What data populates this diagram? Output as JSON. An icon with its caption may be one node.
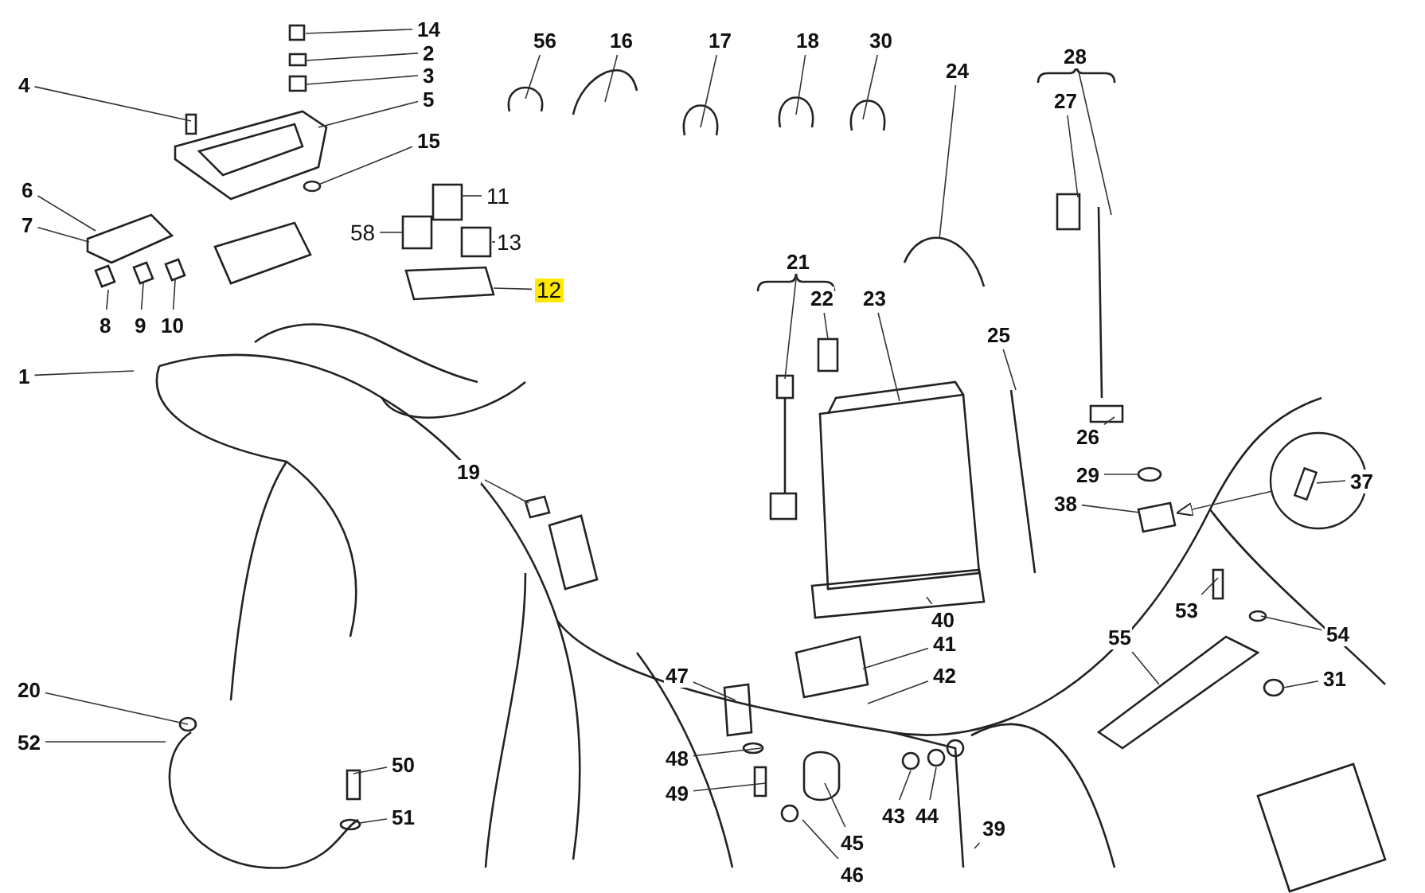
{
  "diagram": {
    "nodes": [
      {
        "text": [
          "14"
        ]
      },
      {
        "text": [
          "2"
        ]
      },
      {
        "text": [
          "3"
        ]
      },
      {
        "text": [
          "4"
        ]
      },
      {
        "text": [
          "5"
        ]
      },
      {
        "text": [
          "15"
        ]
      },
      {
        "text": [
          "6"
        ]
      },
      {
        "text": [
          "7"
        ]
      },
      {
        "text": [
          "8"
        ]
      },
      {
        "text": [
          "9"
        ]
      },
      {
        "text": [
          "10"
        ]
      },
      {
        "text": [
          "1"
        ]
      },
      {
        "text": [
          "56"
        ]
      },
      {
        "text": [
          "16"
        ]
      },
      {
        "text": [
          "17"
        ]
      },
      {
        "text": [
          "18"
        ]
      },
      {
        "text": [
          "30"
        ]
      },
      {
        "text": [
          "24"
        ]
      },
      {
        "text": [
          "28"
        ]
      },
      {
        "text": [
          "27"
        ]
      },
      {
        "text": [
          "11"
        ]
      },
      {
        "text": [
          "58"
        ]
      },
      {
        "text": [
          "13"
        ]
      },
      {
        "text": [
          "12"
        ]
      },
      {
        "text": [
          "21"
        ]
      },
      {
        "text": [
          "22"
        ]
      },
      {
        "text": [
          "23"
        ]
      },
      {
        "text": [
          "25"
        ]
      },
      {
        "text": [
          "26"
        ]
      },
      {
        "text": [
          "29"
        ]
      },
      {
        "text": [],
        "shape": "circle"
      },
      {
        "text": [
          "37"
        ]
      },
      {
        "text": [
          "38"
        ]
      },
      {
        "text": [
          "19"
        ]
      },
      {
        "text": [
          "53"
        ]
      },
      {
        "text": [
          "54"
        ]
      },
      {
        "text": [
          "55"
        ]
      },
      {
        "text": [
          "31"
        ]
      },
      {
        "text": [
          "20"
        ]
      },
      {
        "text": [
          "52"
        ]
      },
      {
        "text": [
          "50"
        ]
      },
      {
        "text": [
          "51"
        ]
      },
      {
        "text": [
          "47"
        ]
      },
      {
        "text": [
          "48"
        ]
      },
      {
        "text": [
          "49"
        ]
      },
      {
        "text": [
          "41"
        ]
      },
      {
        "text": [
          "42"
        ]
      },
      {
        "text": [
          "40"
        ]
      },
      {
        "text": [
          "45"
        ]
      },
      {
        "text": [
          "43"
        ]
      },
      {
        "text": [
          "44"
        ]
      },
      {
        "text": [
          "39"
        ]
      },
      {
        "text": [
          "46"
        ]
      },
      {
        "text": [],
        "shape": "box",
        "in": 30
      }
    ],
    "edges": [
      {
        "from": 0,
        "to": null,
        "arrow": "none"
      },
      {
        "from": 1,
        "to": null,
        "arrow": "none"
      },
      {
        "from": 2,
        "to": null,
        "arrow": "none"
      },
      {
        "from": 3,
        "to": null,
        "arrow": "none"
      },
      {
        "from": 4,
        "to": null,
        "arrow": "none"
      },
      {
        "from": 5,
        "to": null,
        "arrow": "none"
      },
      {
        "from": 6,
        "to": null,
        "arrow": "none"
      },
      {
        "from": 7,
        "to": null,
        "arrow": "none"
      },
      {
        "from": 8,
        "to": null,
        "arrow": "none"
      },
      {
        "from": 9,
        "to": null,
        "arrow": "none"
      },
      {
        "from": 10,
        "to": null,
        "arrow": "none"
      },
      {
        "from": 11,
        "to": null,
        "arrow": "none"
      },
      {
        "from": 12,
        "to": null,
        "arrow": "none"
      },
      {
        "from": 13,
        "to": null,
        "arrow": "none"
      },
      {
        "from": 14,
        "to": null,
        "arrow": "none"
      },
      {
        "from": 15,
        "to": null,
        "arrow": "none"
      },
      {
        "from": 16,
        "to": null,
        "arrow": "none"
      },
      {
        "from": 17,
        "to": null,
        "arrow": "none"
      },
      {
        "from": 18,
        "to": null,
        "arrow": "none"
      },
      {
        "from": 19,
        "to": null,
        "arrow": "none"
      },
      {
        "from": 20,
        "to": null,
        "arrow": "none"
      },
      {
        "from": 21,
        "to": null,
        "arrow": "none"
      },
      {
        "from": 22,
        "to": null,
        "arrow": "none"
      },
      {
        "from": 23,
        "to": null,
        "arrow": "none"
      },
      {
        "from": 24,
        "to": null,
        "arrow": "none"
      },
      {
        "from": 25,
        "to": null,
        "arrow": "none"
      },
      {
        "from": 26,
        "to": null,
        "arrow": "none"
      },
      {
        "from": 27,
        "to": null,
        "arrow": "none"
      },
      {
        "from": 28,
        "to": null,
        "arrow": "none"
      },
      {
        "from": 29,
        "to": null,
        "arrow": "none"
      },
      {
        "from": 30,
        "to": null,
        "arrow": "to"
      },
      {
        "from": 31,
        "to": 53,
        "arrow": "none"
      },
      {
        "from": 32,
        "to": null,
        "arrow": "none"
      },
      {
        "from": 33,
        "to": null,
        "arrow": "none"
      },
      {
        "from": 34,
        "to": null,
        "arrow": "none"
      },
      {
        "from": 35,
        "to": null,
        "arrow": "none"
      },
      {
        "from": 36,
        "to": null,
        "arrow": "none"
      },
      {
        "from": 37,
        "to": null,
        "arrow": "none"
      },
      {
        "from": 38,
        "to": null,
        "arrow": "none"
      },
      {
        "from": 39,
        "to": null,
        "arrow": "none"
      },
      {
        "from": 40,
        "to": null,
        "arrow": "none"
      },
      {
        "from": 41,
        "to": null,
        "arrow": "none"
      },
      {
        "from": 42,
        "to": null,
        "arrow": "none"
      },
      {
        "from": 43,
        "to": null,
        "arrow": "none"
      },
      {
        "from": 44,
        "to": null,
        "arrow": "none"
      },
      {
        "from": 45,
        "to": null,
        "arrow": "none"
      },
      {
        "from": 46,
        "to": null,
        "arrow": "none"
      },
      {
        "from": 47,
        "to": null,
        "arrow": "none"
      },
      {
        "from": 48,
        "to": null,
        "arrow": "none"
      },
      {
        "from": 49,
        "to": null,
        "arrow": "none"
      },
      {
        "from": 50,
        "to": null,
        "arrow": "none"
      },
      {
        "from": 51,
        "to": null,
        "arrow": "none"
      },
      {
        "from": 52,
        "to": null,
        "arrow": "none"
      }
    ]
  }
}
